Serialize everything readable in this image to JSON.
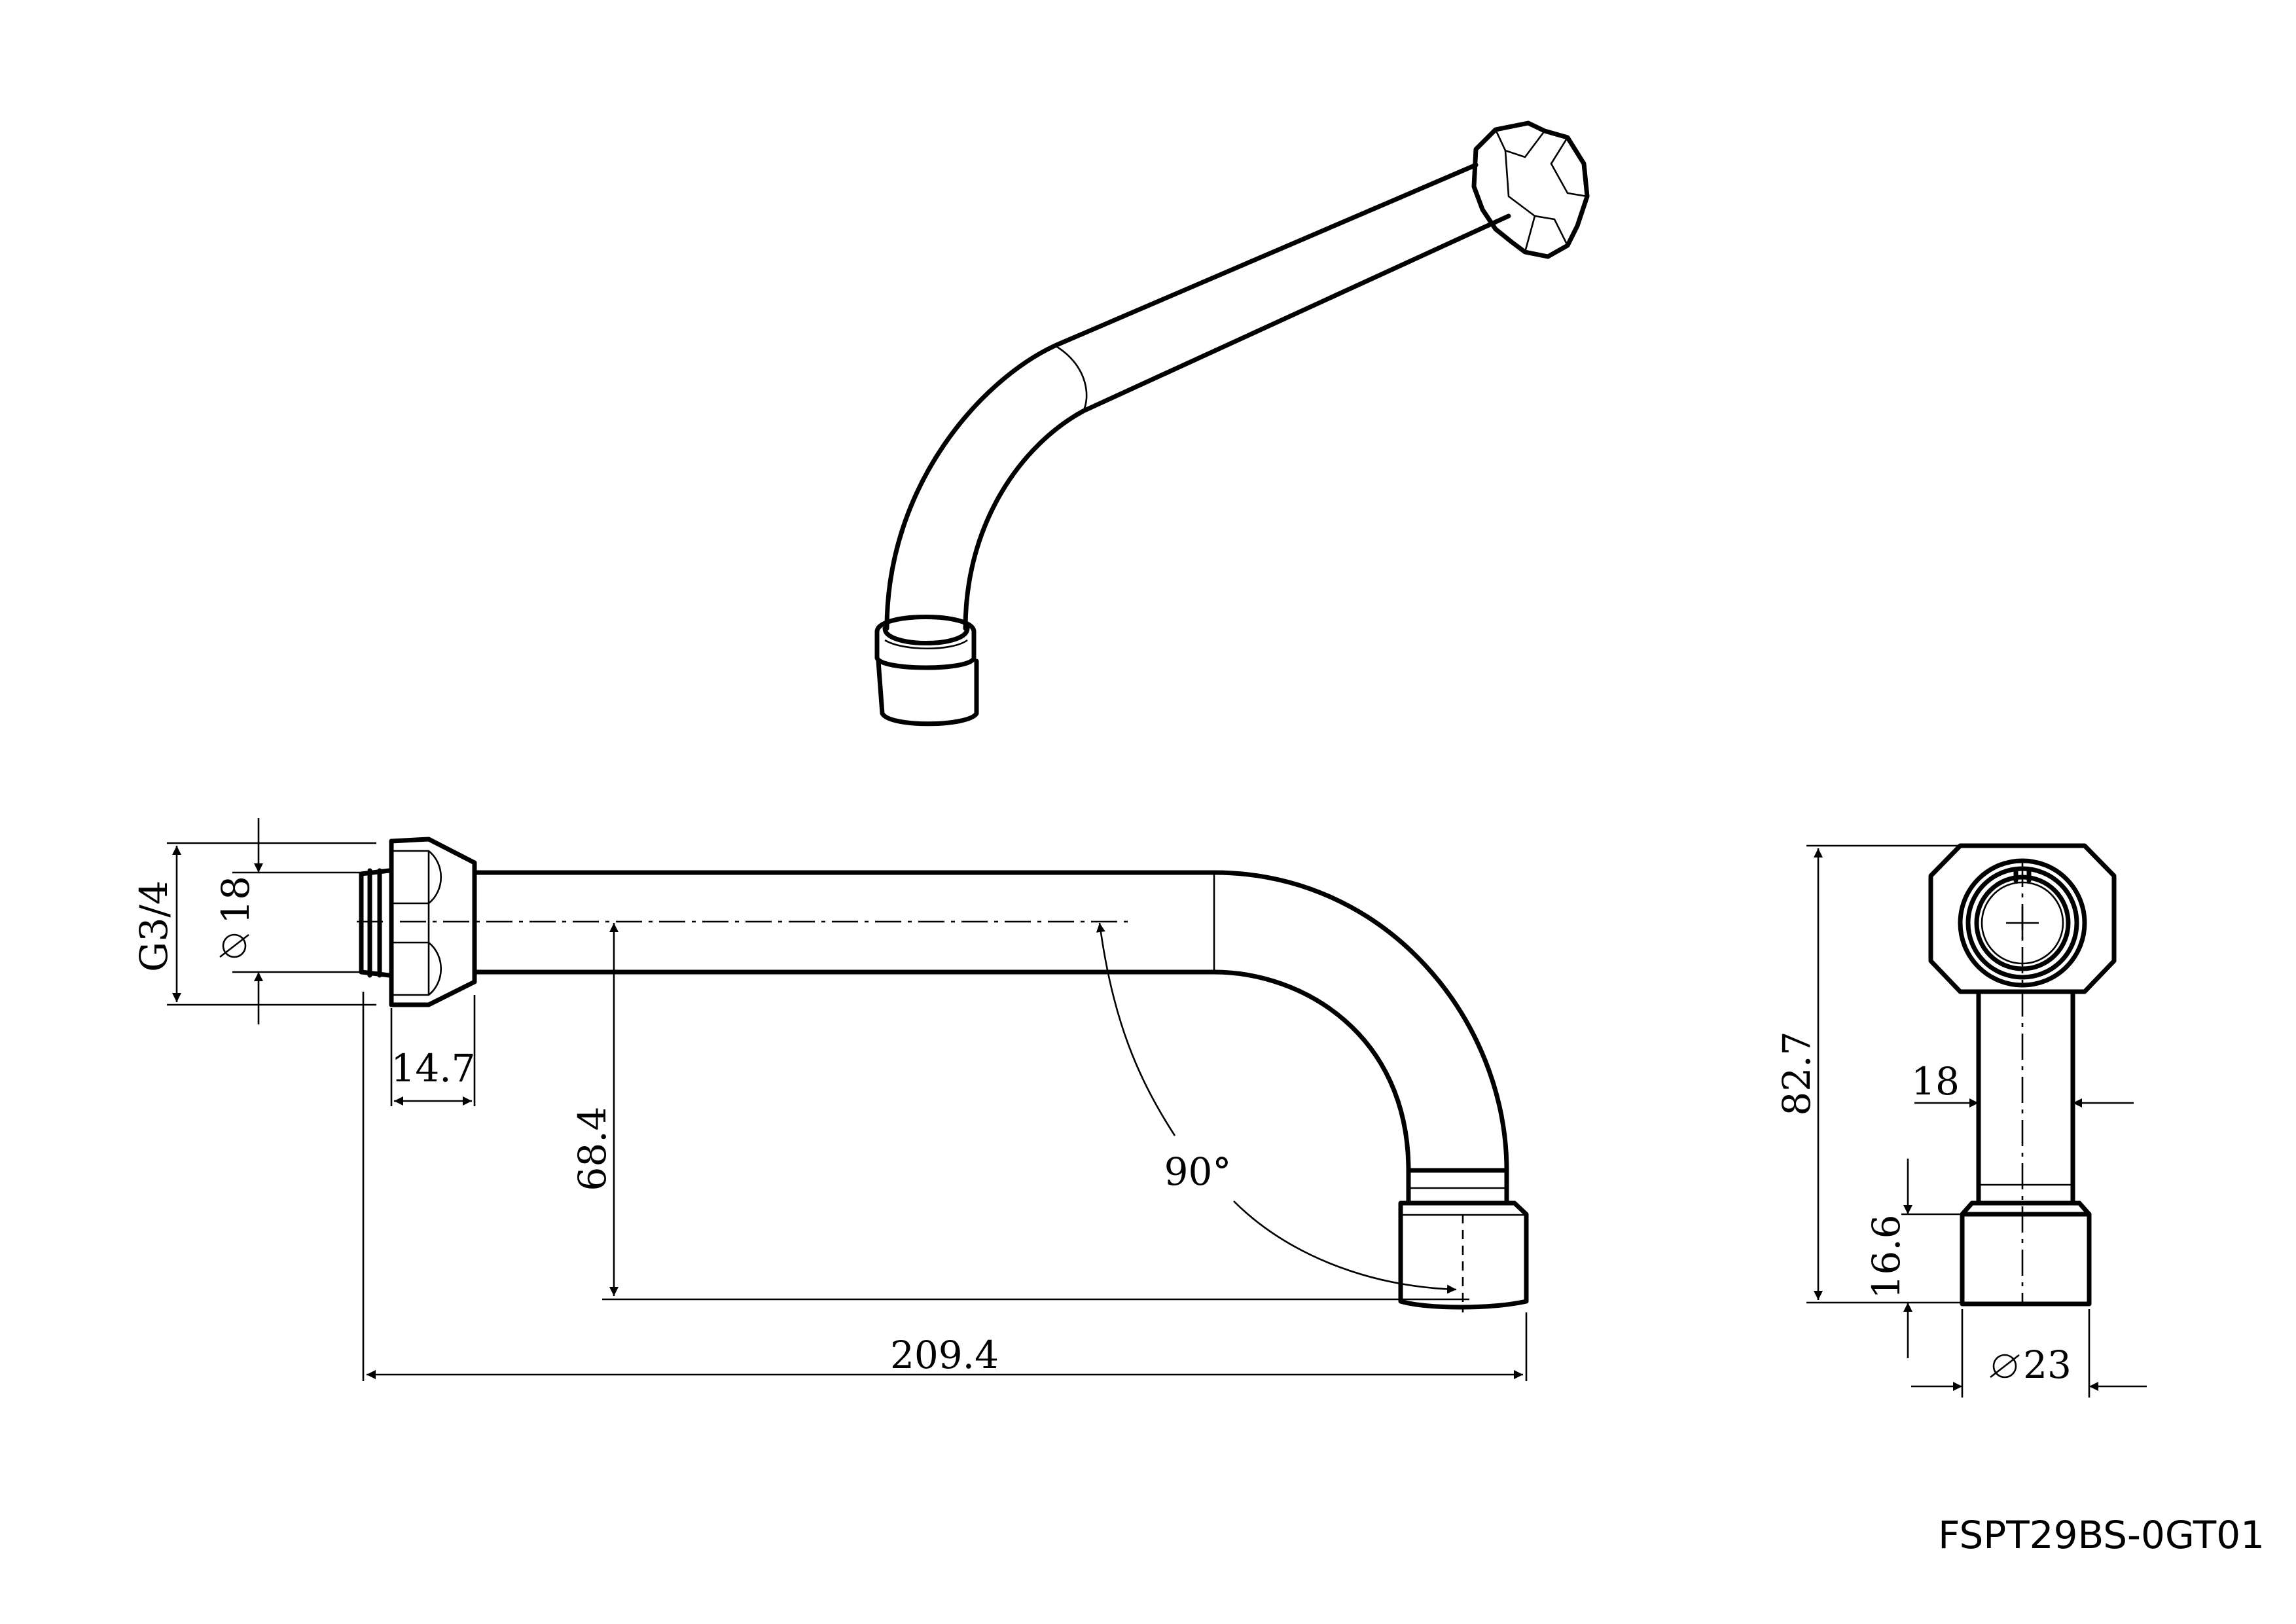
{
  "drawing": {
    "part_number": "FSPT29BS-0GT01",
    "dimensions": {
      "thread": "G3/4",
      "inlet_diameter": "18",
      "nut_length": "14.7",
      "drop_height": "68.4",
      "bend_angle": "90°",
      "overall_length": "209.4",
      "total_height": "82.7",
      "tube_width": "18",
      "tip_height": "16.6",
      "tip_diameter": "23"
    }
  }
}
